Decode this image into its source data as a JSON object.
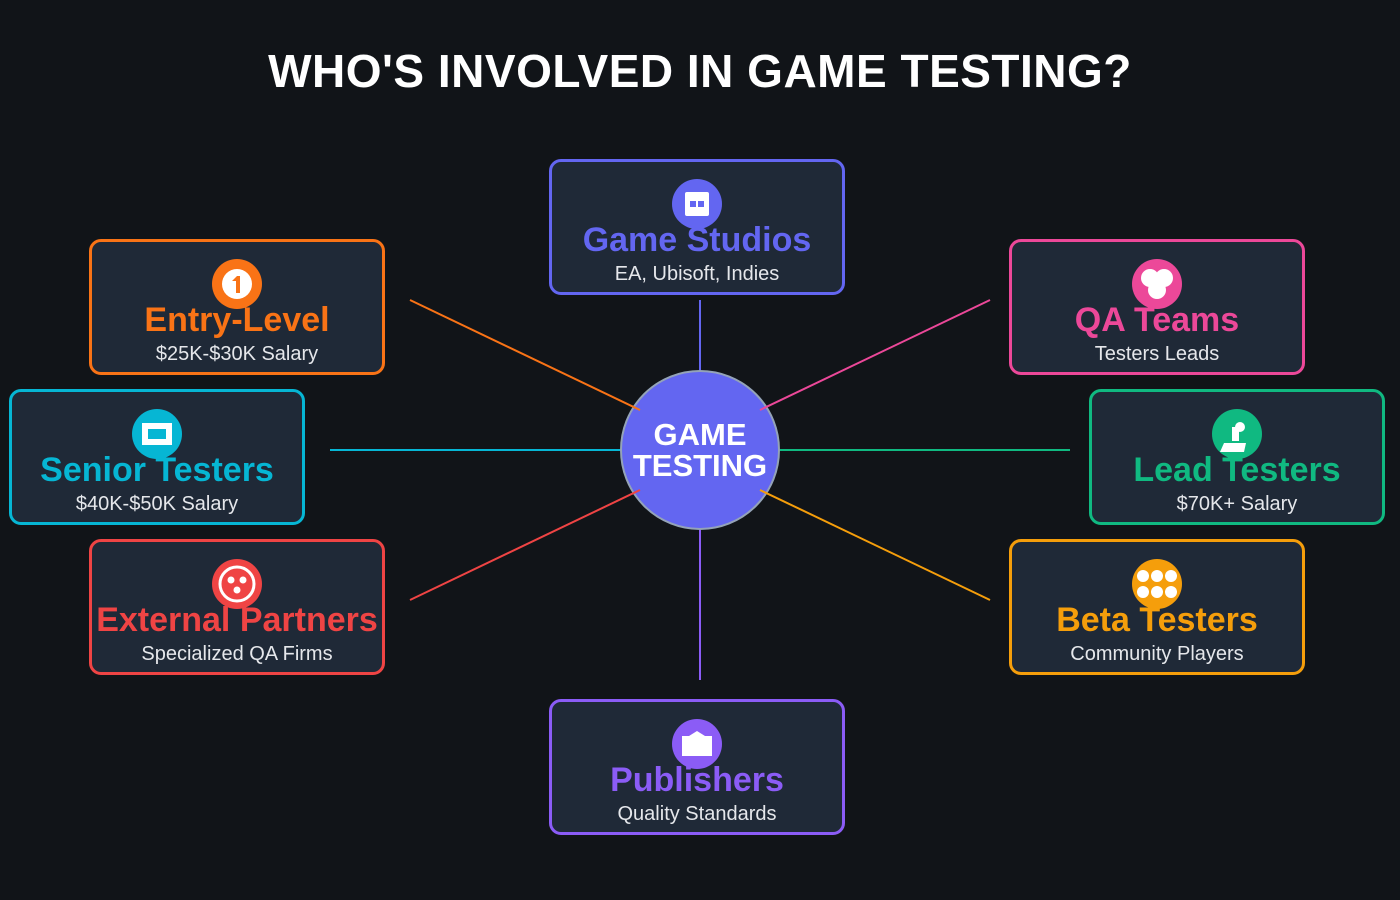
{
  "title": "WHO'S INVOLVED IN GAME TESTING?",
  "center": {
    "line1": "GAME",
    "line2": "TESTING",
    "color": "#6366f1",
    "border": "#94a3b8"
  },
  "nodes": [
    {
      "id": "game-studios",
      "label": "Game Studios",
      "sub": "EA, Ubisoft, Indies",
      "color": "#6366f1",
      "icon": "gamepad-icon"
    },
    {
      "id": "entry-level",
      "label": "Entry-Level",
      "sub": "$25K-$30K Salary",
      "color": "#f97316",
      "icon": "number-one-icon"
    },
    {
      "id": "qa-teams",
      "label": "QA Teams",
      "sub": "Testers Leads",
      "color": "#ec4899",
      "icon": "team-icon"
    },
    {
      "id": "senior-testers",
      "label": "Senior Testers",
      "sub": "$40K-$50K Salary",
      "color": "#06b6d4",
      "icon": "monitor-icon"
    },
    {
      "id": "lead-testers",
      "label": "Lead Testers",
      "sub": "$70K+ Salary",
      "color": "#10b981",
      "icon": "joystick-icon"
    },
    {
      "id": "external-partners",
      "label": "External Partners",
      "sub": "Specialized QA Firms",
      "color": "#ef4444",
      "icon": "network-icon"
    },
    {
      "id": "beta-testers",
      "label": "Beta Testers",
      "sub": "Community Players",
      "color": "#f59e0b",
      "icon": "community-icon"
    },
    {
      "id": "publishers",
      "label": "Publishers",
      "sub": "Quality Standards",
      "color": "#8b5cf6",
      "icon": "building-icon"
    }
  ],
  "colors": {
    "background": "#111418",
    "card": "#1f2937",
    "subtext": "#e5e7eb"
  }
}
